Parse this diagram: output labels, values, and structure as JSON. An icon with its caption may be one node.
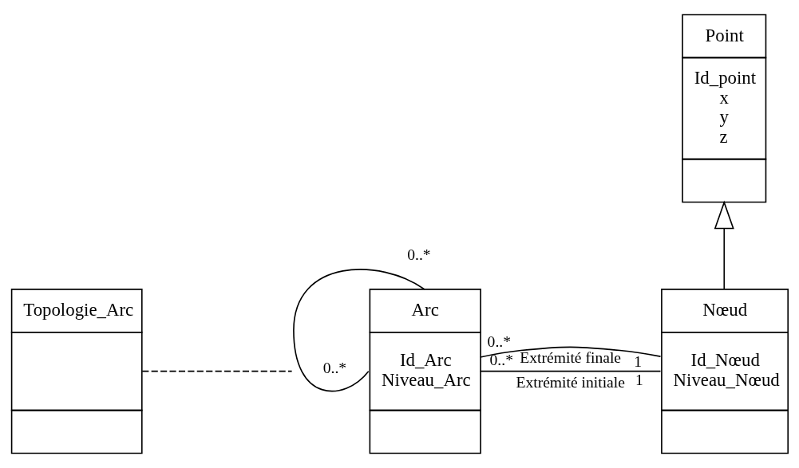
{
  "diagram": {
    "nodes": [
      {
        "text": [
          "Topologie_Arc"
        ]
      },
      {
        "text": [
          "Arc",
          "Id_Arc",
          "Niveau_Arc"
        ]
      },
      {
        "text": [
          "Point",
          "Id_point",
          "x",
          "y",
          "z"
        ]
      },
      {
        "text": [
          "Nœud",
          "Id_Nœud",
          "Niveau_Nœud"
        ]
      }
    ],
    "edges": [
      {
        "from": 1,
        "to": 1,
        "arrow": "none"
      },
      {
        "from": 0,
        "to": null,
        "arrow": "none",
        "style": "dashed"
      },
      {
        "from": 1,
        "to": 3,
        "arrow": "none",
        "label": "Extrémité initiale"
      },
      {
        "from": 1,
        "to": 3,
        "arrow": "none",
        "label": "Extrémité finale"
      },
      {
        "from": 3,
        "to": 2,
        "arrow": "to"
      }
    ],
    "labels": [
      "0..*",
      "0..*",
      "0..*",
      "0..*",
      "1",
      "1"
    ]
  }
}
